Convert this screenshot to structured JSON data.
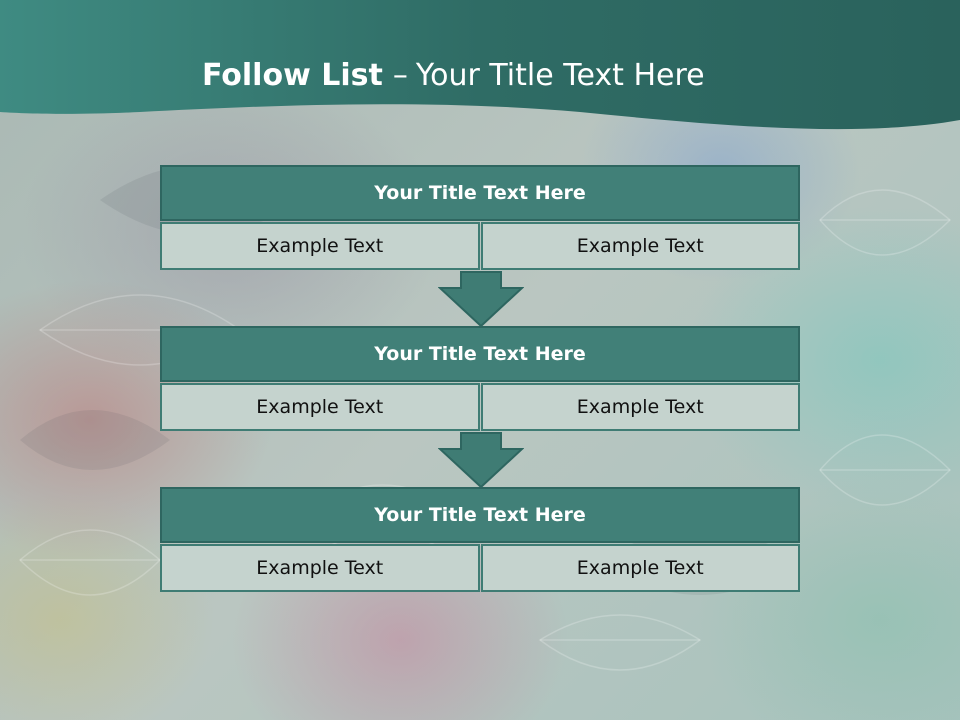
{
  "header": {
    "title_bold": "Follow List",
    "title_sep": "–",
    "title_rest": "Your Title Text Here"
  },
  "blocks": [
    {
      "title": "Your Title Text Here",
      "left": "Example Text",
      "right": "Example Text"
    },
    {
      "title": "Your Title Text Here",
      "left": "Example Text",
      "right": "Example Text"
    },
    {
      "title": "Your Title Text Here",
      "left": "Example Text",
      "right": "Example Text"
    }
  ],
  "colors": {
    "header_band": "#2f6a63",
    "block_title": "#418078",
    "cell": "#c5d3ce",
    "arrow": "#3f7c74"
  }
}
